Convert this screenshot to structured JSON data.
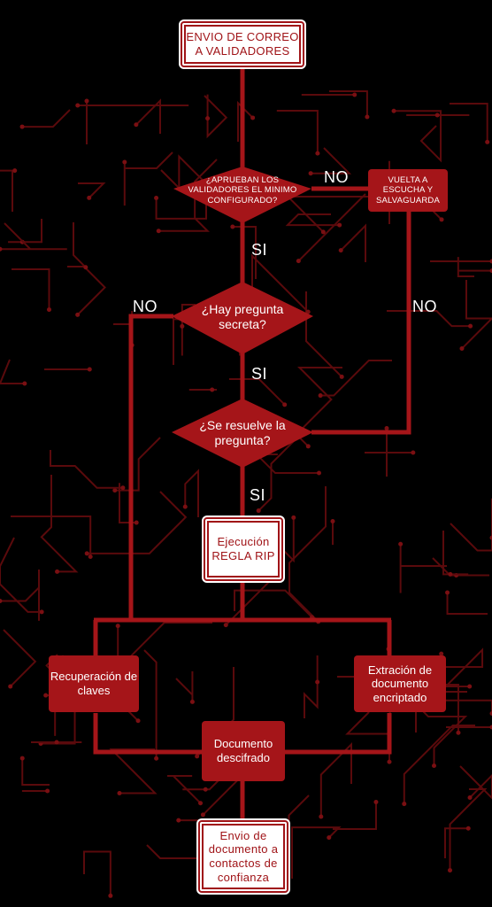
{
  "colors": {
    "background": "#000000",
    "accent": "#a51519",
    "circuit": "#5a0a0c",
    "text": "#ffffff"
  },
  "nodes": {
    "start": "ENVIO DE CORREO A VALIDADORES",
    "decision_validators": "¿APRUEBAN LOS VALIDADORES EL MINIMO CONFIGURADO?",
    "return_listen": "VUELTA A ESCUCHA Y SALVAGUARDA",
    "decision_secret": "¿Hay pregunta secreta?",
    "decision_resolve": "¿Se resuelve la pregunta?",
    "rule_rip": "Ejecución REGLA RIP",
    "key_recovery": "Recuperación de claves",
    "doc_extraction": "Extración de documento encriptado",
    "doc_decrypted": "Documento descifrado",
    "send_contacts": "Envio de documento a contactos de confianza"
  },
  "labels": {
    "no_validators": "NO",
    "si_validators": "SI",
    "no_secret": "NO",
    "si_secret": "SI",
    "no_resolve": "NO",
    "si_resolve": "SI"
  }
}
